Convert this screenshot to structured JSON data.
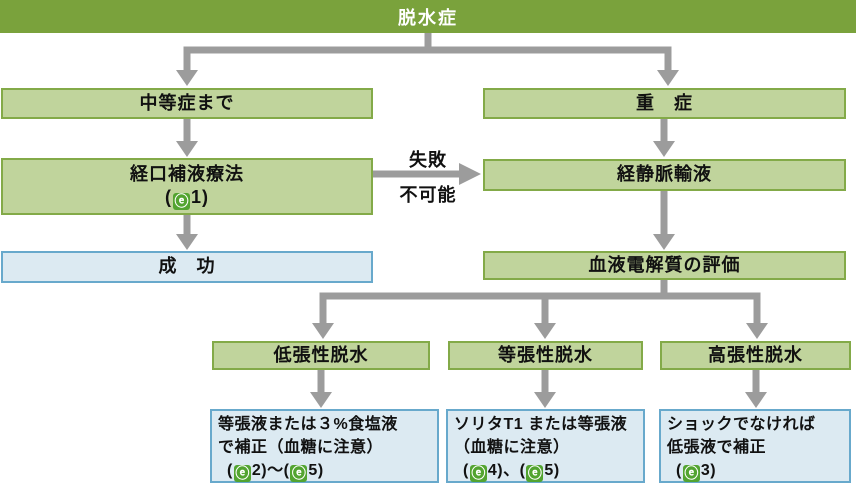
{
  "diagram_title": "脱水症",
  "badge_glyph": "ⓔ",
  "colors": {
    "header_green": "#7aa23c",
    "box_green_fill": "#c0d49c",
    "box_green_border": "#83aa48",
    "box_blue_fill": "#dceaf2",
    "box_blue_border": "#68a9cc",
    "arrow_gray": "#9c9c9c",
    "badge_green": "#52a430",
    "text_black": "#111111"
  },
  "left_branch": {
    "moderate": "中等症まで",
    "oral_line1": "経口補液療法",
    "oral_ref": {
      "p1": "(",
      "n1": "1",
      "p2": ")"
    },
    "success": "成　功"
  },
  "right_branch": {
    "severe": "重　症",
    "iv": "経静脈輸液",
    "electrolyte": "血液電解質の評価"
  },
  "fail_edge": {
    "line1": "失敗",
    "line2": "不可能"
  },
  "categories": {
    "hypotonic": "低張性脱水",
    "isotonic": "等張性脱水",
    "hypertonic": "高張性脱水"
  },
  "notes": {
    "hypotonic": {
      "line1": "等張液または３%食塩液",
      "line2": "で補正（血糖に注意）",
      "ref": {
        "p1": "(",
        "n1": "2",
        "p2": ")～(",
        "n2": "5",
        "p3": ")"
      }
    },
    "isotonic": {
      "line1": "ソリタT1 または等張液",
      "line2": "（血糖に注意）",
      "ref": {
        "p1": "(",
        "n1": "4",
        "p2": ")、(",
        "n2": "5",
        "p3": ")"
      }
    },
    "hypertonic": {
      "line1": "ショックでなければ",
      "line2": "低張液で補正",
      "ref": {
        "p1": "(",
        "n1": "3",
        "p2": ")"
      }
    }
  }
}
